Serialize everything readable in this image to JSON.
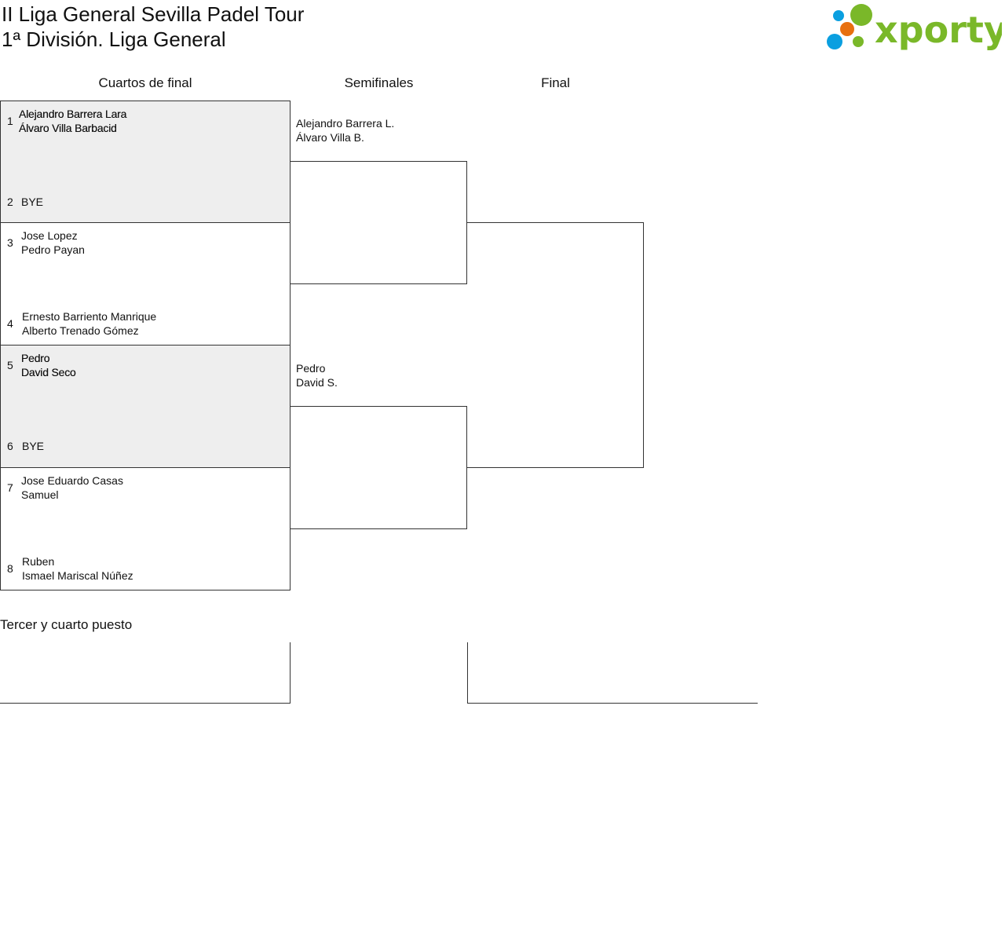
{
  "header": {
    "title": "II Liga General Sevilla Padel Tour",
    "subtitle": "1ª División. Liga General",
    "logo_text": "xporty",
    "logo_colors": {
      "green": "#7ab829",
      "blue": "#0a9fe0",
      "orange": "#e8700f"
    }
  },
  "rounds": [
    "Cuartos de final",
    "Semifinales",
    "Final"
  ],
  "quarterfinals": [
    {
      "seed": "1",
      "players": [
        "Alejandro Barrera Lara",
        "Álvaro Villa Barbacid"
      ]
    },
    {
      "seed": "2",
      "players": [
        "BYE"
      ]
    },
    {
      "seed": "3",
      "players": [
        "Jose Lopez",
        "Pedro Payan"
      ]
    },
    {
      "seed": "4",
      "players": [
        "Ernesto Barriento Manrique",
        "Alberto Trenado Gómez"
      ]
    },
    {
      "seed": "5",
      "players": [
        "Pedro",
        "David Seco"
      ]
    },
    {
      "seed": "6",
      "players": [
        "BYE"
      ]
    },
    {
      "seed": "7",
      "players": [
        "Jose Eduardo Casas",
        "Samuel"
      ]
    },
    {
      "seed": "8",
      "players": [
        "Ruben",
        "Ismael Mariscal Núñez"
      ]
    }
  ],
  "semifinals": [
    {
      "players": [
        "Alejandro Barrera L.",
        "Álvaro Villa B."
      ]
    },
    {
      "players": [
        "Pedro",
        "David S."
      ]
    }
  ],
  "third_place": {
    "title": "Tercer y cuarto puesto"
  }
}
